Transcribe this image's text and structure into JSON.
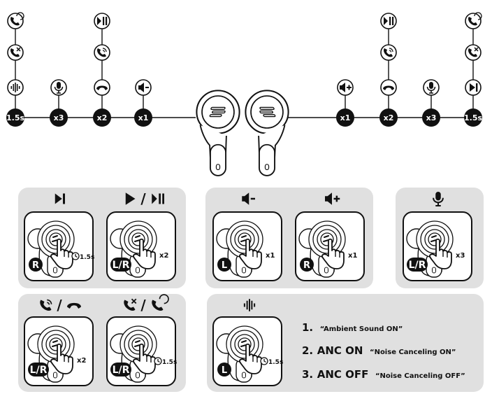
{
  "top_diagram": {
    "left_badges": [
      "1.5s",
      "x3",
      "x2",
      "x1"
    ],
    "right_badges": [
      "x1",
      "x2",
      "x3",
      "1.5s"
    ],
    "left_icons": [
      [
        "call-vibrate-icon",
        "call-reject-icon",
        "ambient-sound-icon"
      ],
      [
        "microphone-icon"
      ],
      [
        "play-pause-icon",
        "call-answer-icon",
        "hang-up-icon"
      ],
      [
        "volume-down-icon"
      ]
    ],
    "right_icons": [
      [
        "volume-up-icon"
      ],
      [
        "play-pause-icon",
        "call-answer-icon",
        "hang-up-icon"
      ],
      [
        "microphone-icon"
      ],
      [
        "call-vibrate-icon",
        "call-reject-icon",
        "next-track-icon"
      ]
    ]
  },
  "cards": {
    "next_track": {
      "side": "R",
      "gesture": "1.5s",
      "icons": [
        "next-track-icon"
      ]
    },
    "play_pause": {
      "side": "L/R",
      "gesture": "x2",
      "sep": "/",
      "icons": [
        "play-icon",
        "play-pause-icon"
      ]
    },
    "volume_down": {
      "side": "L",
      "gesture": "x1",
      "icons": [
        "volume-down-icon"
      ]
    },
    "volume_up": {
      "side": "R",
      "gesture": "x1",
      "icons": [
        "volume-up-icon"
      ]
    },
    "voice_assistant": {
      "side": "L/R",
      "gesture": "x3",
      "icons": [
        "microphone-icon"
      ]
    },
    "answer_hangup": {
      "side": "L/R",
      "gesture": "x2",
      "sep": "/",
      "icons": [
        "call-answer-icon",
        "hang-up-icon"
      ]
    },
    "reject_call": {
      "side": "L/R",
      "gesture": "1.5s",
      "sep": "/",
      "icons": [
        "call-reject-icon",
        "call-vibrate-icon"
      ]
    },
    "noise_mode": {
      "side": "L",
      "gesture": "1.5s",
      "icons": [
        "ambient-sound-icon"
      ]
    }
  },
  "modes": [
    {
      "num": "1.",
      "name": "",
      "desc": "“Ambient Sound ON”"
    },
    {
      "num": "2.",
      "name": "ANC ON",
      "desc": "“Noise Canceling ON”"
    },
    {
      "num": "3.",
      "name": "ANC OFF",
      "desc": "“Noise Canceling OFF”"
    }
  ],
  "colors": {
    "panel": "#e0e0e0",
    "ink": "#111111",
    "card": "#ffffff"
  }
}
